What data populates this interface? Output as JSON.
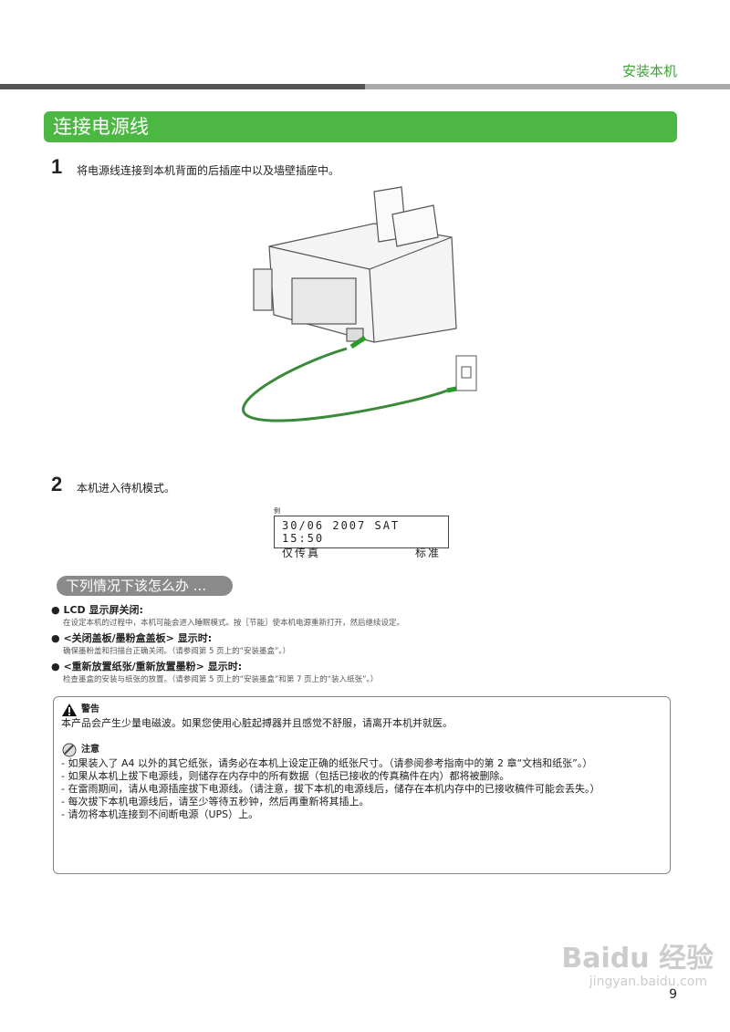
{
  "header": {
    "section": "安装本机"
  },
  "title": "连接电源线",
  "steps": [
    {
      "num": "1",
      "text": "将电源线连接到本机背面的后插座中以及墙壁插座中。"
    },
    {
      "num": "2",
      "text": "本机进入待机模式。"
    }
  ],
  "lcd": {
    "example_label": "例",
    "line1": "30/06 2007 SAT 15:50",
    "line2_left": "仅传真",
    "line2_right": "标准"
  },
  "troubleshoot": {
    "heading": "下列情况下该怎么办 ...",
    "items": [
      {
        "title": "LCD 显示屏关闭:",
        "body": "在设定本机的过程中，本机可能会进入睡眠模式。按［节能］使本机电源重新打开，然后继续设定。"
      },
      {
        "title": "<关闭盖板/墨粉盒盖板> 显示时:",
        "body": "确保墨粉盖和扫描台正确关闭。（请参阅第 5 页上的“安装墨盒”。）"
      },
      {
        "title": "<重新放置纸张/重新放置墨粉> 显示时:",
        "body": "检查墨盒的安装与纸张的放置。（请参阅第 5 页上的“安装墨盒”和第 7 页上的“装入纸张”。）"
      }
    ]
  },
  "warning": {
    "label": "警告",
    "text": "本产品会产生少量电磁波。如果您使用心脏起搏器并且感觉不舒服，请离开本机并就医。"
  },
  "note": {
    "label": "注意",
    "items": [
      "- 如果装入了 A4 以外的其它纸张，请务必在本机上设定正确的纸张尺寸。（请参阅参考指南中的第 2 章“文档和纸张”。）",
      "- 如果从本机上拔下电源线，则储存在内存中的所有数据（包括已接收的传真稿件在内）都将被删除。",
      "- 在雷雨期间，请从电源插座拔下电源线。（请注意，拔下本机的电源线后，储存在本机内存中的已接收稿件可能会丢失。）",
      "- 每次拔下本机电源线后，请至少等待五秒钟，然后再重新将其插上。",
      "- 请勿将本机连接到不间断电源（UPS）上。"
    ]
  },
  "page_number": "9",
  "watermark": {
    "logo": "Baidu 经验",
    "url": "jingyan.baidu.com"
  },
  "colors": {
    "accent": "#4cb843",
    "pill": "#8a8a8a"
  }
}
